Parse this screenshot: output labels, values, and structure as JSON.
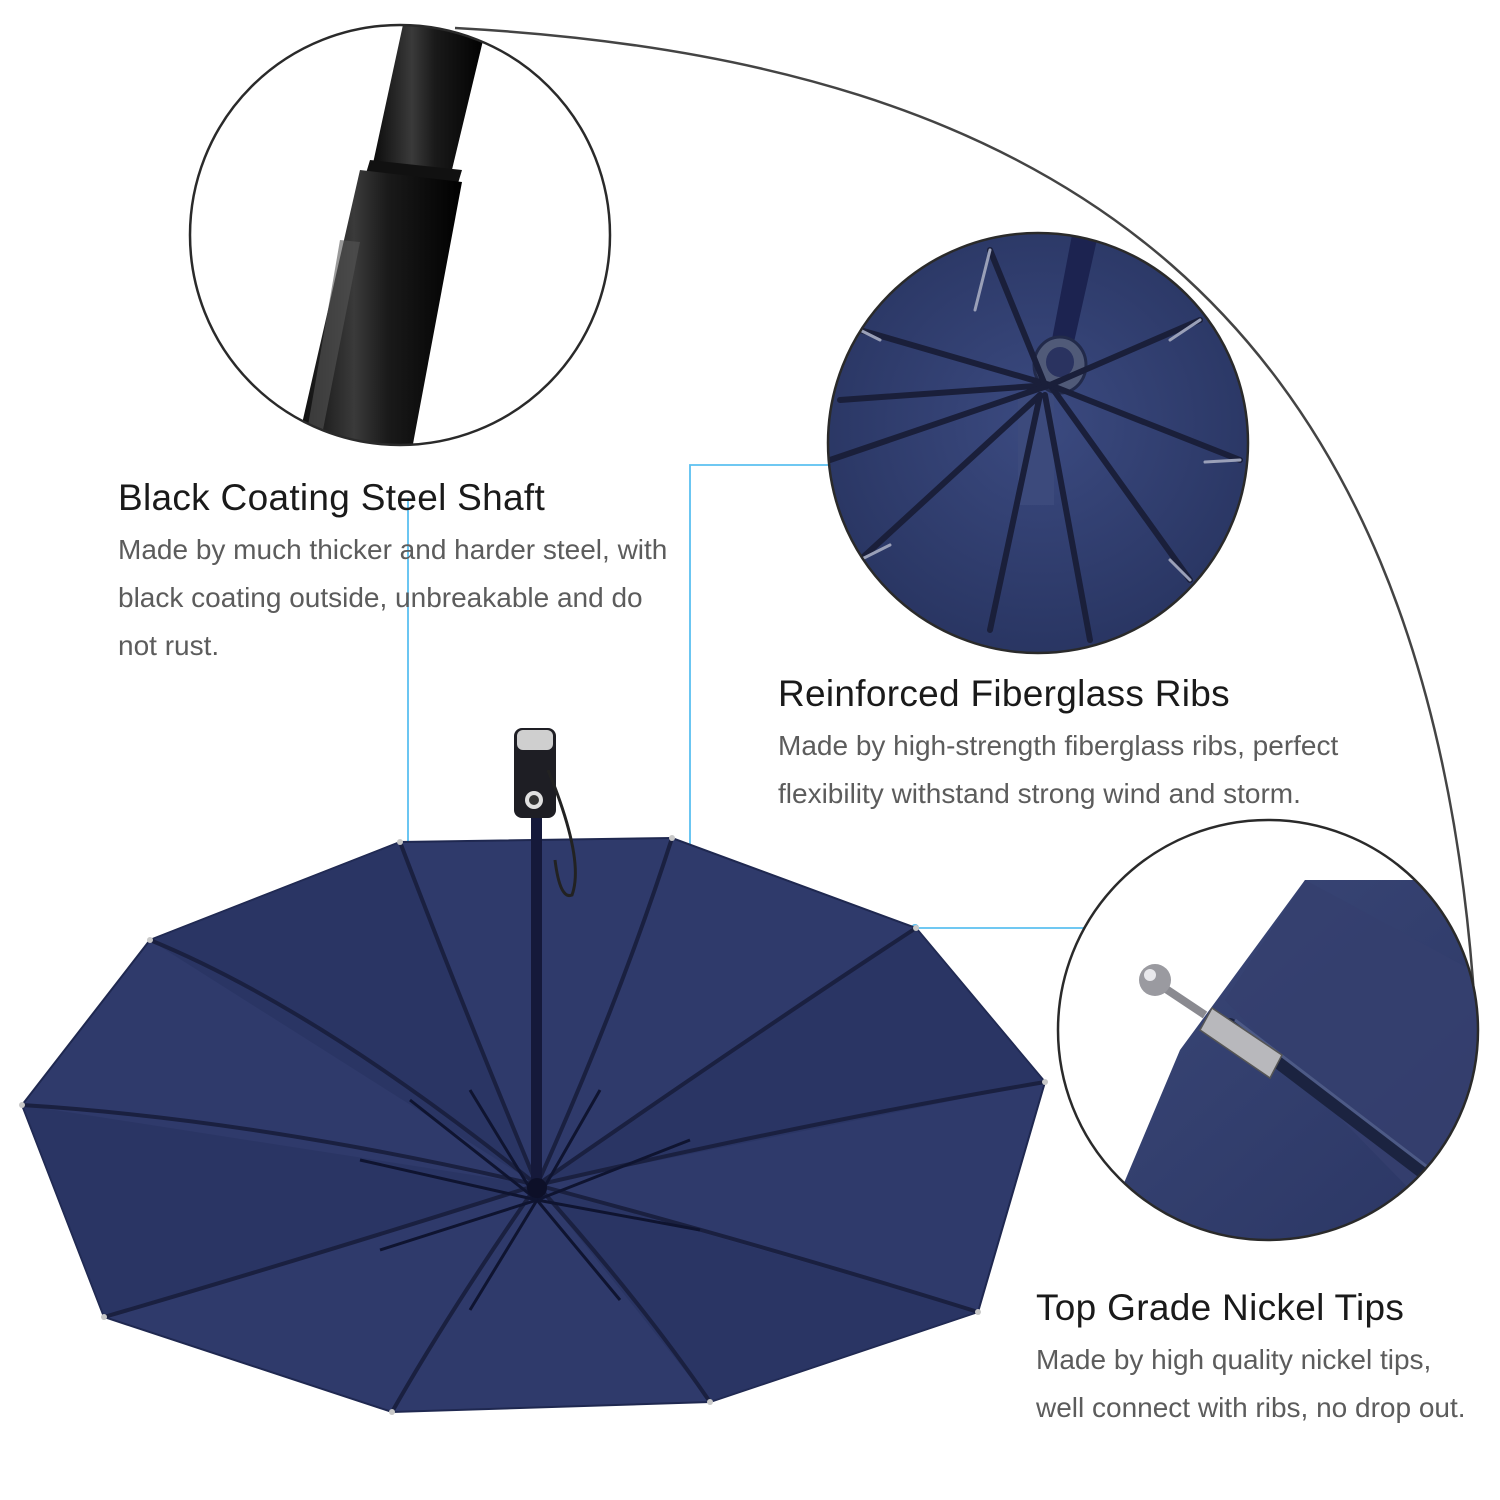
{
  "features": {
    "shaft": {
      "title": "Black Coating Steel Shaft",
      "description": "Made by much thicker and harder steel, with black coating outside, unbreakable and do not rust."
    },
    "ribs": {
      "title": "Reinforced Fiberglass Ribs",
      "description": "Made by high-strength fiberglass ribs, perfect flexibility withstand strong wind and storm."
    },
    "tips": {
      "title": "Top Grade Nickel Tips",
      "description": "Made by high quality nickel tips, well connect with ribs, no drop out."
    }
  },
  "colors": {
    "canopy": "#2f3a6b",
    "canopy_dark": "#252e58",
    "frame": "#1b2140",
    "callout_line": "#5bc0f0",
    "curve_line": "#444444",
    "circle_border": "#2a2a2a"
  },
  "icons": {
    "shaft_detail": "shaft-closeup-icon",
    "ribs_detail": "ribs-closeup-icon",
    "tip_detail": "nickel-tip-closeup-icon"
  }
}
